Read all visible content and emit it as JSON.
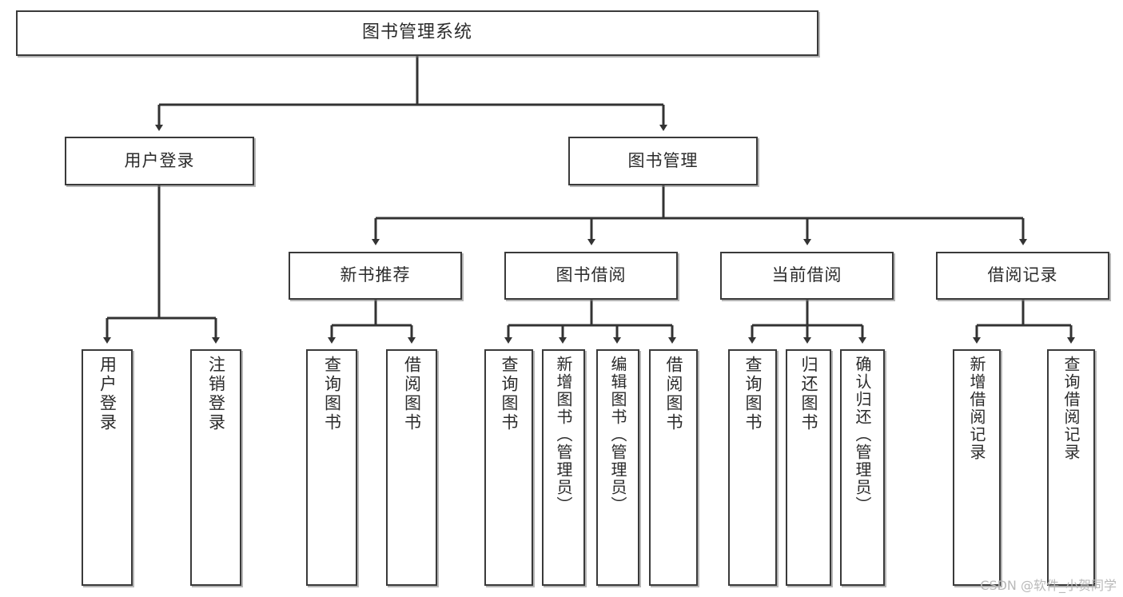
{
  "diagram": {
    "title": "图书管理系统",
    "type": "tree-hierarchy",
    "watermark": "CSDN @软件_小贺同学",
    "colors": {
      "box_border": "#3a3a3a",
      "box_fill": "#ffffff",
      "connector": "#333333",
      "text": "#2b2b2b",
      "watermark": "#b9b9b9"
    },
    "root": {
      "label": "图书管理系统"
    },
    "level2": [
      {
        "label": "用户登录"
      },
      {
        "label": "图书管理"
      }
    ],
    "level3": [
      {
        "label": "新书推荐"
      },
      {
        "label": "图书借阅"
      },
      {
        "label": "当前借阅"
      },
      {
        "label": "借阅记录"
      }
    ],
    "leaves": {
      "user_login": [
        {
          "label": "用户登录"
        },
        {
          "label": "注销登录"
        }
      ],
      "new_book": [
        {
          "label": "查询图书"
        },
        {
          "label": "借阅图书"
        }
      ],
      "book_borrow": [
        {
          "label": "查询图书"
        },
        {
          "label": "新增图书（管理员）"
        },
        {
          "label": "编辑图书（管理员）"
        },
        {
          "label": "借阅图书"
        }
      ],
      "current_borrow": [
        {
          "label": "查询图书"
        },
        {
          "label": "归还图书"
        },
        {
          "label": "确认归还（管理员）"
        }
      ],
      "borrow_record": [
        {
          "label": "新增借阅记录"
        },
        {
          "label": "查询借阅记录"
        }
      ]
    }
  }
}
